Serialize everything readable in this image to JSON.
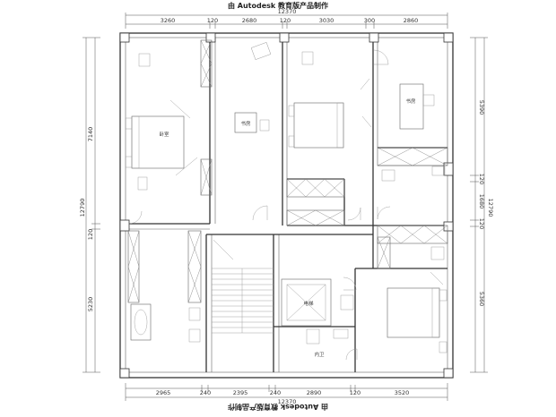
{
  "watermark": {
    "top": "由 Autodesk 教育版产品制作",
    "bottom": "由 Autodesk 教育版产品制作"
  },
  "dimensions": {
    "top_total": "12370",
    "top": [
      "3260",
      "120",
      "2680",
      "120",
      "3030",
      "300",
      "2860"
    ],
    "bottom": [
      "2965",
      "240",
      "2395",
      "240",
      "2890",
      "120",
      "3520"
    ],
    "bottom_total": "12370",
    "left": [
      "7140",
      "120",
      "5230"
    ],
    "left_total": "12790",
    "right": [
      "5390",
      "120",
      "1680",
      "120",
      "5360"
    ],
    "right_total": "12790"
  },
  "rooms": {
    "bedroom": "卧室",
    "study_left": "书房",
    "study_right": "书房",
    "elevator": "电梯",
    "bathroom": "内卫"
  }
}
